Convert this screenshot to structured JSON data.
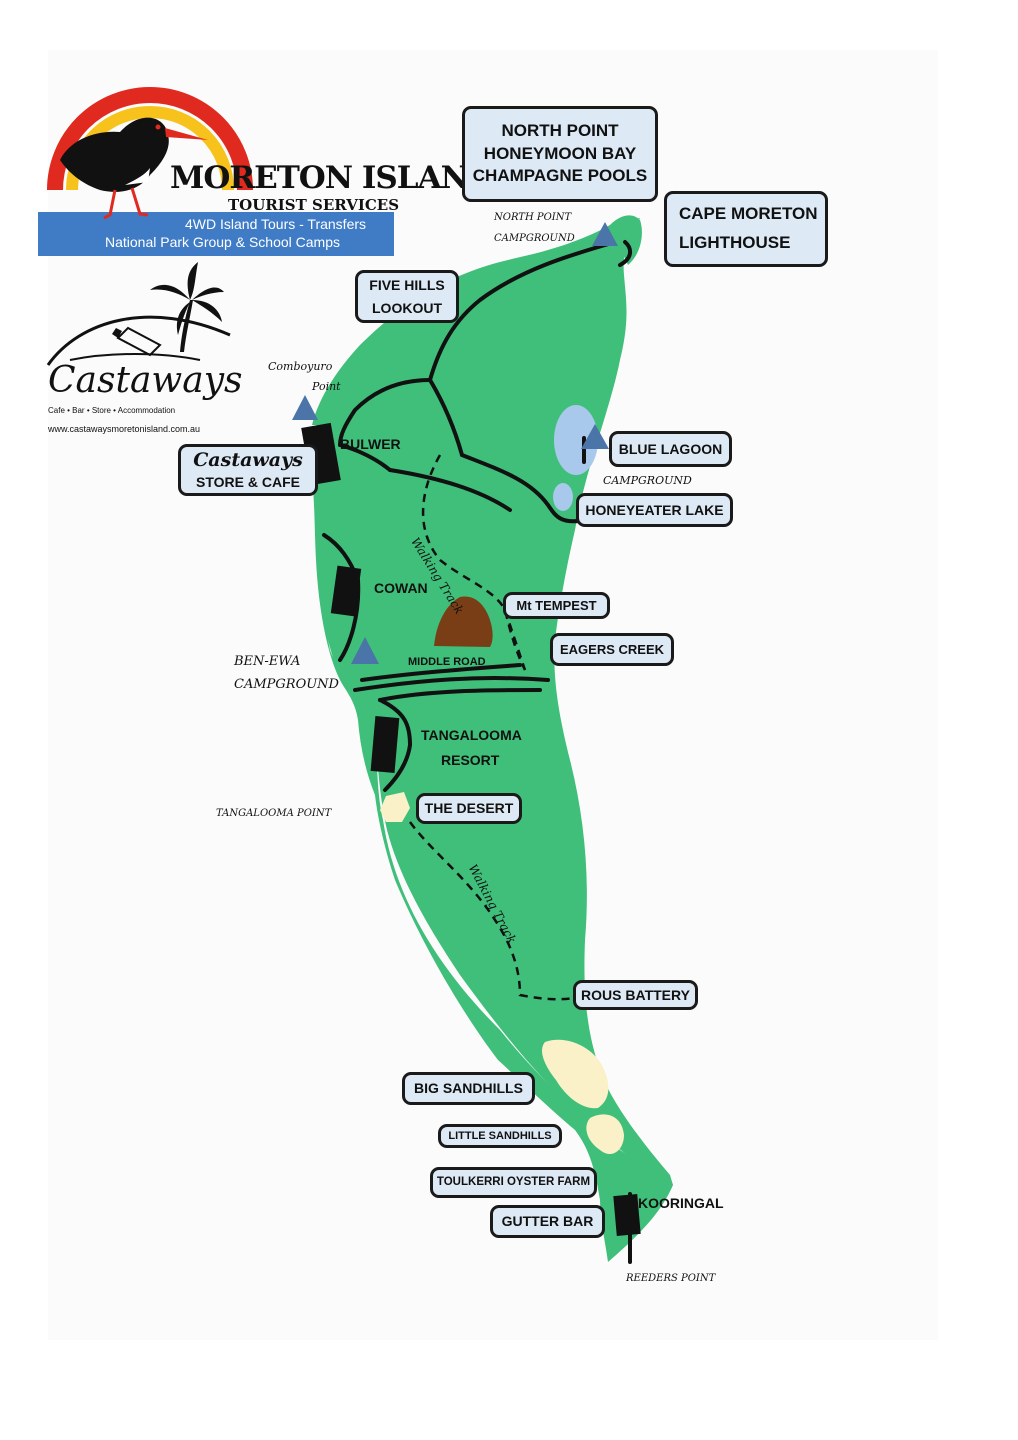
{
  "logos": {
    "moreton": {
      "title": "MORETON ISLAND",
      "subtitle": "TOURIST SERVICES",
      "line1": "4WD Island Tours - Transfers",
      "line2": "National Park Group & School Camps"
    },
    "castaways": {
      "name": "Castaways",
      "tagline": "Cafe • Bar • Store • Accommodation",
      "url": "www.castawaysmoretonisland.com.au"
    }
  },
  "boxed_labels": {
    "north_point": [
      "NORTH POINT",
      "HONEYMOON BAY",
      "CHAMPAGNE POOLS"
    ],
    "cape_moreton": [
      "CAPE MORETON",
      "LIGHTHOUSE"
    ],
    "five_hills": [
      "FIVE HILLS",
      "LOOKOUT"
    ],
    "castaways_store": [
      "Castaways",
      "STORE & CAFE"
    ],
    "blue_lagoon": "BLUE LAGOON",
    "honeyeater_lake": "HONEYEATER LAKE",
    "mt_tempest": "Mt TEMPEST",
    "eagers_creek": "EAGERS CREEK",
    "the_desert": "THE DESERT",
    "rous_battery": "ROUS BATTERY",
    "big_sandhills": "BIG SANDHILLS",
    "little_sandhills": "LITTLE SANDHILLS",
    "toulkerri": "TOULKERRI OYSTER FARM",
    "gutter_bar": "GUTTER BAR"
  },
  "plain_labels": {
    "bulwer": "BULWER",
    "cowan": "COWAN",
    "middle_road": "MIDDLE ROAD",
    "tangalooma": [
      "TANGALOOMA",
      "RESORT"
    ],
    "kooringal": "KOORINGAL"
  },
  "script_labels": {
    "north_point_campground": [
      "NORTH POINT",
      "CAMPGROUND"
    ],
    "comboyuro": [
      "Comboyuro",
      "Point"
    ],
    "campground": "CAMPGROUND",
    "walking_track_1": "Walking Track",
    "walking_track_2": "Walking Track",
    "ben_ewa": [
      "BEN-EWA",
      "CAMPGROUND"
    ],
    "tangalooma_point": "TANGALOOMA POINT",
    "reeders_point": "REEDERS POINT"
  },
  "colors": {
    "island": "#3fbf7a",
    "road": "#111111",
    "lake": "#a9c9ec",
    "camp": "#4b74a8",
    "mountain": "#7a3e17",
    "sand": "#fbf1c9",
    "label_fill": "#dde9f5",
    "logo_blue": "#3f7cc5",
    "sun_red": "#e02a1f",
    "sun_yellow": "#f7c21c"
  }
}
